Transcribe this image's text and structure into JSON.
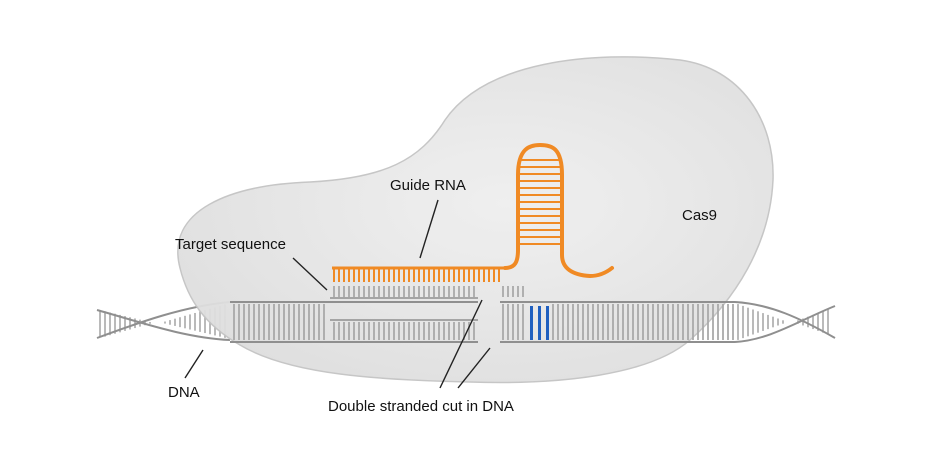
{
  "labels": {
    "guide_rna": "Guide RNA",
    "target_sequence": "Target sequence",
    "cas9": "Cas9",
    "dna": "DNA",
    "cut": "Double stranded cut in DNA"
  },
  "colors": {
    "protein_fill": "#e6e6e6",
    "protein_edge": "#c4c4c4",
    "dna_backbone": "#8f8f8f",
    "dna_rung": "#a9a9a9",
    "rna": "#f08a24",
    "pam": "#1f5fbf",
    "text": "#111111"
  },
  "icons": {
    "protein": "cas9-protein-blob",
    "dna": "double-helix",
    "rna": "guide-rna-hairpin"
  }
}
